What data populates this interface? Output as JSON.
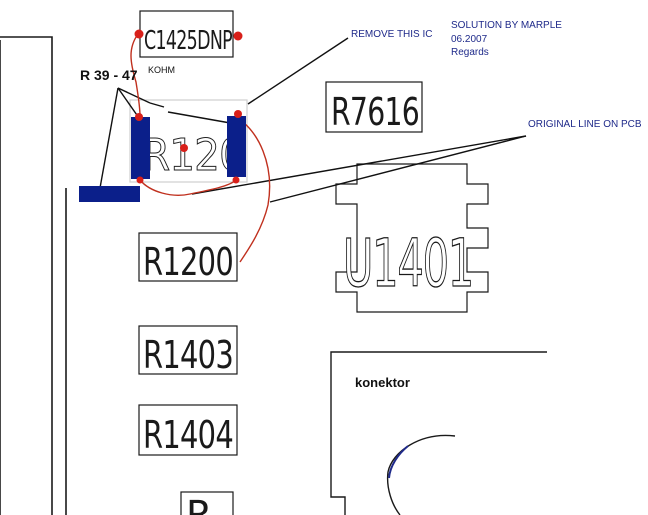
{
  "annotations": {
    "solution_line1": "SOLUTION BY MARPLE",
    "solution_line2": "06.2007",
    "solution_line3": "Regards",
    "remove_ic": "REMOVE THIS IC",
    "original_line": "ORIGINAL LINE ON PCB",
    "resistor_label": "R 39 - 47",
    "resistor_unit": "KOHM",
    "connector_label": "konektor"
  },
  "components": {
    "c1425": "C1425DNP",
    "r1201": "R120",
    "r7616": "R7616",
    "u1401": "U1401",
    "r1200": "R1200",
    "r1403": "R1403",
    "r1404": "R1404",
    "r_partial": "R"
  },
  "colors": {
    "ink": "#1a1a1a",
    "note_blue": "#1f2a8a",
    "part_blue": "#0b1f8a",
    "wire_red": "#c0301e",
    "dot_red": "#d8201a"
  }
}
